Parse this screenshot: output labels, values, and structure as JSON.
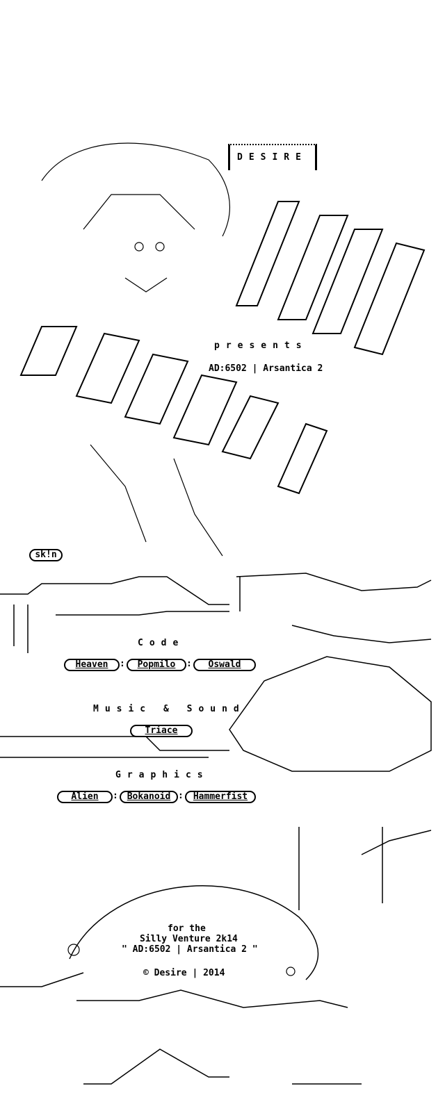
{
  "group_logo": "DESIRE",
  "header": {
    "presents": "presents",
    "title": "AD:6502 | Arsantica 2"
  },
  "artist_tag": "sk!n",
  "credits": [
    {
      "category": "Code",
      "names": [
        "Heaven",
        "Popmilo",
        "Oswald"
      ]
    },
    {
      "category": "Music & Sound",
      "names": [
        "Triace"
      ]
    },
    {
      "category": "Graphics",
      "names": [
        "Alien",
        "Bokanoid",
        "Hammerfist"
      ]
    }
  ],
  "footer": {
    "line1": "for the",
    "line2": "Silly Venture 2k14",
    "line3": "\" AD:6502 | Arsantica 2 \"",
    "copyright": "© Desire | 2014"
  },
  "colors": {
    "background": "#ffffff",
    "ink": "#000000"
  }
}
